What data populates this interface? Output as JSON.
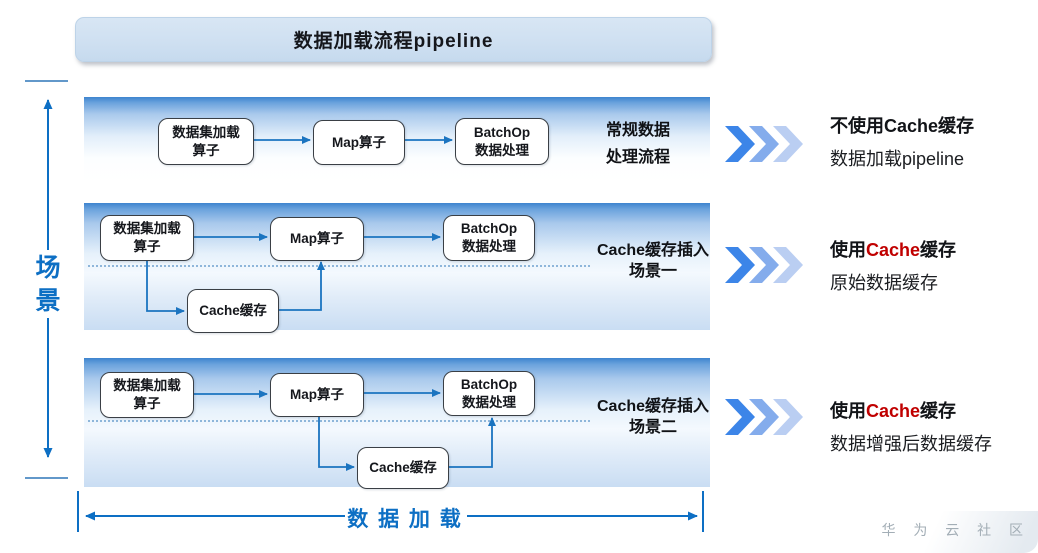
{
  "title": "数据加载流程pipeline",
  "axes": {
    "scene_label": "场\n景",
    "load_label": "数 据 加 载"
  },
  "watermark": "华 为 云 社 区",
  "colors": {
    "accent_blue": "#0d6fc4",
    "connector_blue": "#1b74c0",
    "highlight_red": "#c00000",
    "panel_top_blue": "#3e84cf",
    "title_bg": "#cfe0f1",
    "chevron_shades": [
      "#3c85e8",
      "#84acec",
      "#bacef2"
    ]
  },
  "rows": [
    {
      "nodes": {
        "loader": "数据集加载\n算子",
        "map": "Map算子",
        "batch": "BatchOp\n数据处理"
      },
      "scene_label": "常规数据\n处理流程",
      "result": {
        "title_pre": "不使用Cache缓存",
        "title_em": "",
        "title_post": "",
        "subtitle": "数据加载pipeline"
      }
    },
    {
      "nodes": {
        "loader": "数据集加载\n算子",
        "map": "Map算子",
        "batch": "BatchOp\n数据处理",
        "cache": "Cache缓存"
      },
      "scene_label": "Cache缓存插入\n场景一",
      "result": {
        "title_pre": "使用",
        "title_em": "Cache",
        "title_post": "缓存",
        "subtitle": "原始数据缓存"
      }
    },
    {
      "nodes": {
        "loader": "数据集加载\n算子",
        "map": "Map算子",
        "batch": "BatchOp\n数据处理",
        "cache": "Cache缓存"
      },
      "scene_label": "Cache缓存插入\n场景二",
      "result": {
        "title_pre": "使用",
        "title_em": "Cache",
        "title_post": "缓存",
        "subtitle": "数据增强后数据缓存"
      }
    }
  ]
}
